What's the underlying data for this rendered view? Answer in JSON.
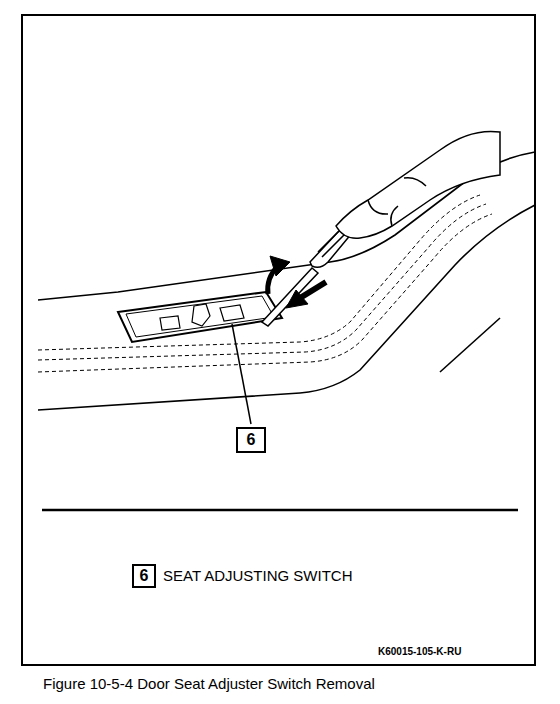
{
  "diagram": {
    "caption": "Figure 10-5-4 Door Seat Adjuster Switch Removal",
    "nodes": [
      {
        "text": [
          "6"
        ]
      },
      {
        "text": [
          "6"
        ]
      }
    ],
    "labels": [
      "SEAT ADJUSTING SWITCH",
      "K60015-105-K-RU"
    ]
  }
}
